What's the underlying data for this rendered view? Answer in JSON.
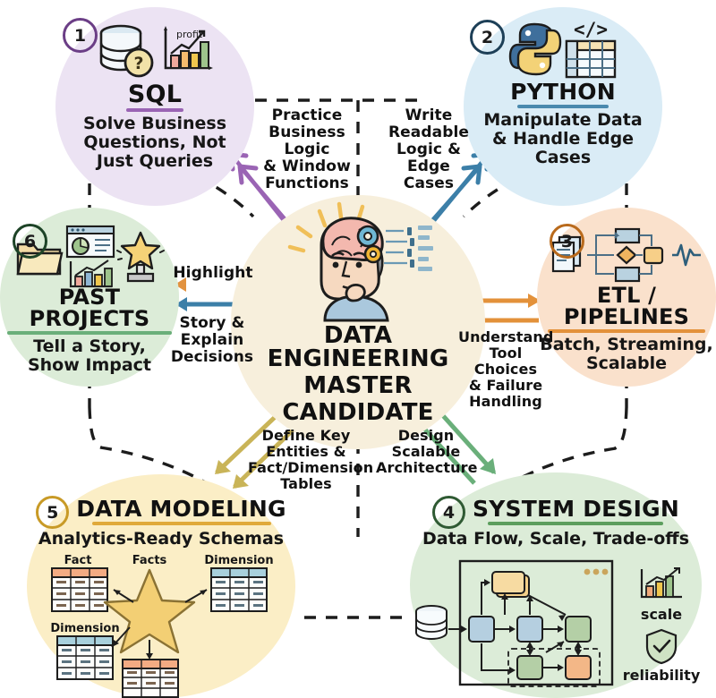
{
  "diagram": {
    "center": {
      "title_lines": [
        "DATA ENGINEERING",
        "MASTER",
        "CANDIDATE"
      ],
      "icon": "thinking-person-brain-gears-circuit-icon",
      "fill": "#f7efdc"
    },
    "nodes": [
      {
        "id": "sql",
        "number": "1",
        "title": "SQL",
        "subtitle_lines": [
          "Solve Business",
          "Questions, Not",
          "Just Queries"
        ],
        "fill": "#ece3f3",
        "accent": "#9a64b4",
        "icons": [
          "database-question-icon",
          "profit-bar-chart-icon"
        ],
        "icon_label": "profit"
      },
      {
        "id": "python",
        "number": "2",
        "title": "PYTHON",
        "subtitle_lines": [
          "Manipulate Data",
          "& Handle Edge",
          "Cases"
        ],
        "fill": "#daecf6",
        "accent": "#3f7fa6",
        "icons": [
          "python-logo-icon",
          "code-tags-icon",
          "spreadsheet-table-icon"
        ],
        "icon_label": "</>"
      },
      {
        "id": "etl",
        "number": "3",
        "title": "ETL / PIPELINES",
        "subtitle_lines": [
          "Batch, Streaming,",
          "Scalable"
        ],
        "fill": "#fae1cc",
        "accent": "#e3913a",
        "icons": [
          "documents-icon",
          "flowchart-pipeline-icon",
          "waveform-signal-icon"
        ]
      },
      {
        "id": "system-design",
        "number": "4",
        "title": "SYSTEM DESIGN",
        "subtitle_lines": [
          "Data Flow, Scale, Trade-offs"
        ],
        "fill": "#dcecd8",
        "accent": "#5c9e5e",
        "icons": [
          "architecture-diagram-icon",
          "scale-chart-icon",
          "reliability-shield-icon"
        ],
        "mini_labels": [
          "scale",
          "reliability"
        ]
      },
      {
        "id": "data-modeling",
        "number": "5",
        "title": "DATA MODELING",
        "subtitle_lines": [
          "Analytics-Ready Schemas"
        ],
        "fill": "#fbeec6",
        "accent": "#e0a93a",
        "icons": [
          "star-schema-icon"
        ],
        "table_labels": [
          "Fact",
          "Facts",
          "Dimension",
          "Dimension"
        ]
      },
      {
        "id": "past-projects",
        "number": "6",
        "title": "PAST PROJECTS",
        "subtitle_lines": [
          "Tell a Story,",
          "Show Impact"
        ],
        "fill": "#dcecd8",
        "accent": "#6aaf7a",
        "icons": [
          "folder-icon",
          "dashboard-window-icon",
          "bar-chart-growth-icon",
          "trophy-star-icon"
        ]
      }
    ],
    "connectors": [
      {
        "id": "sql-connector",
        "lines": [
          "Practice",
          "Business Logic",
          "& Window",
          "Functions"
        ],
        "color": "#9a64b4",
        "arrow": "double-up-left"
      },
      {
        "id": "python-connector",
        "lines": [
          "Write",
          "Readable",
          "Logic &",
          "Edge Cases"
        ],
        "color": "#3c7fa8",
        "arrow": "double-up-right"
      },
      {
        "id": "past-projects-connector-out",
        "lines": [
          "Highlight"
        ],
        "color": "#3c7fa8",
        "arrow": "right"
      },
      {
        "id": "past-projects-connector-in",
        "lines": [
          "Story &",
          "Explain",
          "Decisions"
        ],
        "color": "#3c7fa8",
        "arrow": "left"
      },
      {
        "id": "etl-connector",
        "lines": [
          "Understand",
          "Tool Choices",
          "& Failure",
          "Handling"
        ],
        "color": "#e3913a",
        "arrow": "double-horizontal"
      },
      {
        "id": "data-modeling-connector",
        "lines": [
          "Define Key",
          "Entities &",
          "Fact/Dimension",
          "Tables"
        ],
        "color": "#c9b458",
        "arrow": "double-down-left"
      },
      {
        "id": "system-design-connector",
        "lines": [
          "Design",
          "Scalable",
          "Architecture"
        ],
        "color": "#6aaf7a",
        "arrow": "double-diagonal"
      }
    ]
  }
}
